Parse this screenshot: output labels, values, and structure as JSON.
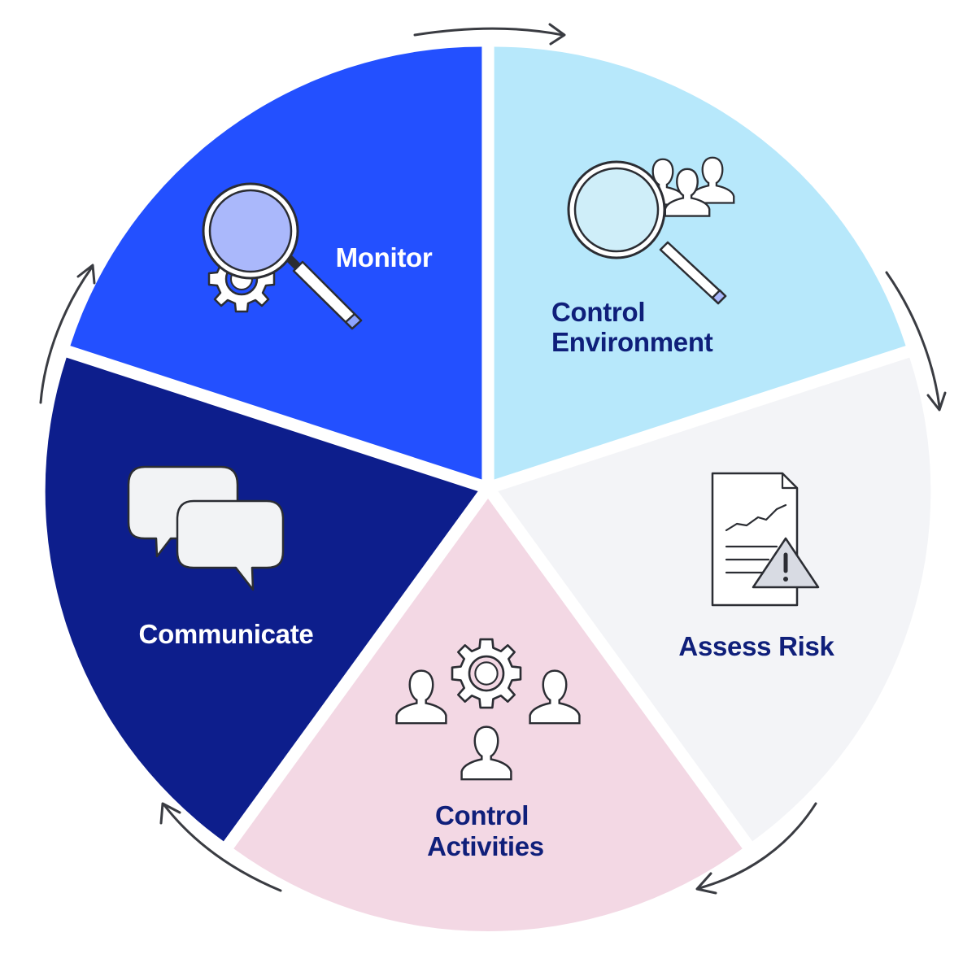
{
  "segments": [
    {
      "id": "monitor",
      "label_lines": [
        "Monitor"
      ],
      "fill": "#2350ff",
      "text_color": "#ffffff",
      "icon": "magnifier-gear-icon"
    },
    {
      "id": "control-environment",
      "label_lines": [
        "Control",
        "Environment"
      ],
      "fill": "#b7e8fb",
      "text_color": "#0f1f7a",
      "icon": "magnifier-people-icon"
    },
    {
      "id": "assess-risk",
      "label_lines": [
        "Assess Risk"
      ],
      "fill": "#f3f4f7",
      "text_color": "#0f1f7a",
      "icon": "document-warning-icon"
    },
    {
      "id": "control-activities",
      "label_lines": [
        "Control",
        "Activities"
      ],
      "fill": "#f3d8e4",
      "text_color": "#0f1f7a",
      "icon": "gear-people-icon"
    },
    {
      "id": "communicate",
      "label_lines": [
        "Communicate"
      ],
      "fill": "#0d1e8c",
      "text_color": "#ffffff",
      "icon": "speech-bubbles-icon"
    }
  ],
  "cycle_direction": "clockwise"
}
